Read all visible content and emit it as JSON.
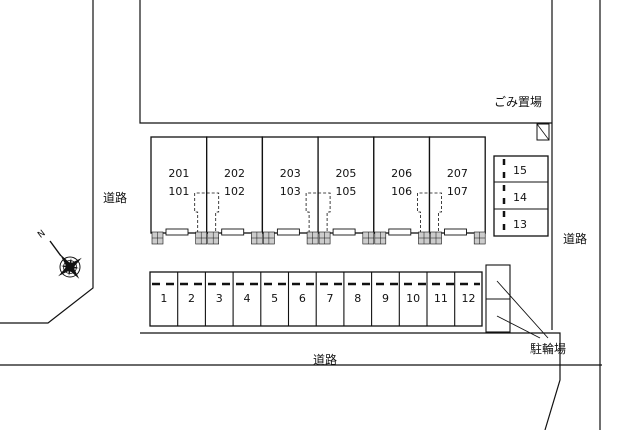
{
  "labels": {
    "road_left": "道路",
    "road_bottom": "道路",
    "road_right": "道路",
    "garbage": "ごみ置場",
    "bicycle_parking": "駐輪場",
    "north": "N"
  },
  "building": {
    "units": [
      {
        "upper": "201",
        "lower": "101"
      },
      {
        "upper": "202",
        "lower": "102"
      },
      {
        "upper": "203",
        "lower": "103"
      },
      {
        "upper": "205",
        "lower": "105"
      },
      {
        "upper": "206",
        "lower": "106"
      },
      {
        "upper": "207",
        "lower": "107"
      }
    ]
  },
  "parking_bottom": [
    "1",
    "2",
    "3",
    "4",
    "5",
    "6",
    "7",
    "8",
    "9",
    "10",
    "11",
    "12"
  ],
  "parking_right": [
    "15",
    "14",
    "13"
  ],
  "colors": {
    "line": "#111111",
    "shade": "#cccccc",
    "background": "#ffffff"
  }
}
